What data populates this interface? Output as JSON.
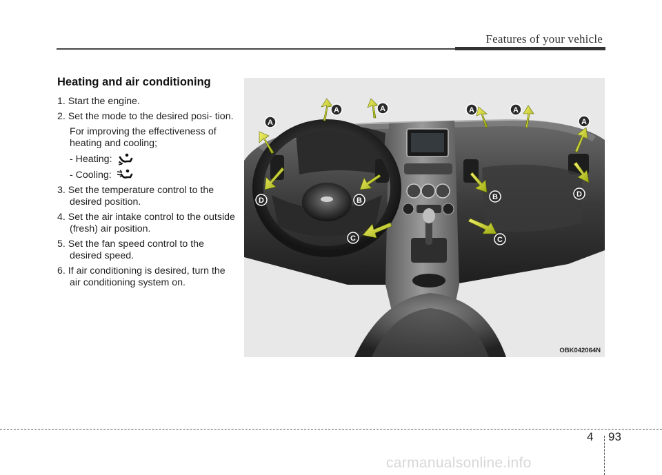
{
  "header": {
    "title": "Features of your vehicle"
  },
  "section": {
    "title": "Heating and air conditioning",
    "steps": [
      "1. Start the engine.",
      "2. Set the mode to the desired posi- tion.",
      "For improving the effectiveness of heating and cooling;",
      "- Heating:",
      "- Cooling:",
      "3. Set the temperature control to the desired position.",
      "4. Set the air intake control to the outside (fresh) air position.",
      "5. Set the fan speed control to the desired speed.",
      "6. If air conditioning is desired, turn the air conditioning system on."
    ]
  },
  "figure": {
    "code": "OBK042064N",
    "labels": {
      "a": "A",
      "b": "B",
      "c": "C",
      "d": "D"
    }
  },
  "footer": {
    "chapter": "4",
    "page": "93"
  },
  "watermark": "carmanualsonline.info"
}
